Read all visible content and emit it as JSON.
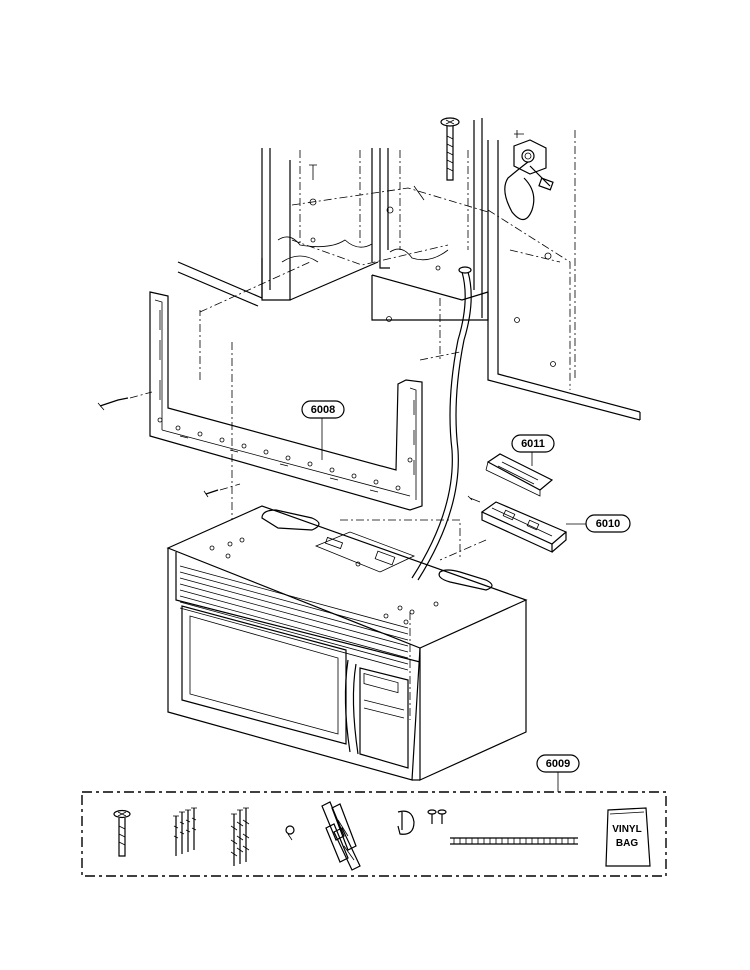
{
  "diagram": {
    "callouts": {
      "wall_plate": "6008",
      "hardware_kit": "6009",
      "damper_housing": "6010",
      "damper_cover": "6011"
    },
    "bag_label": {
      "line1": "VINYL",
      "line2": "BAG"
    }
  }
}
